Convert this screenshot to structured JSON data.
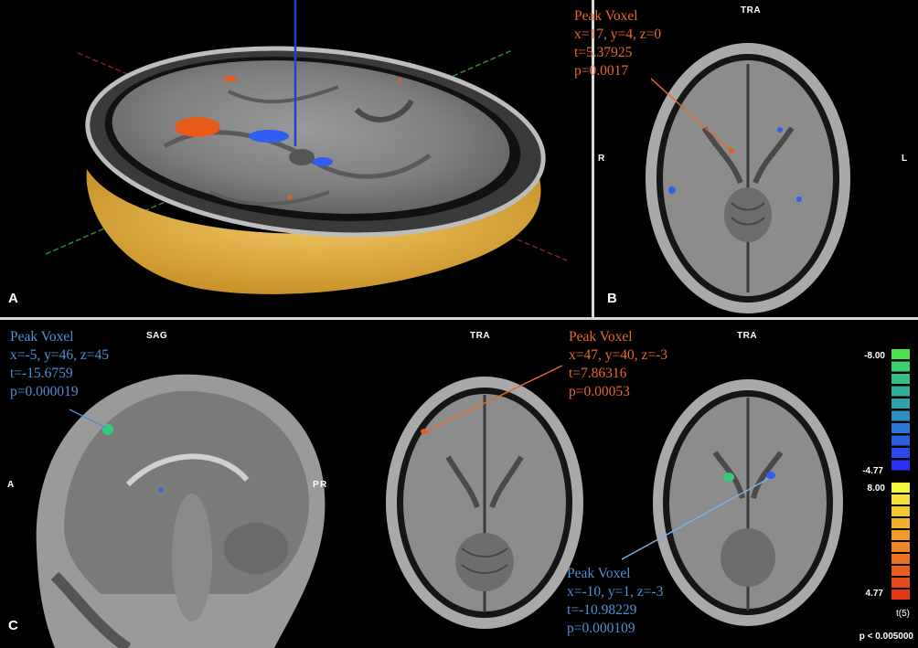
{
  "panels": {
    "a": {
      "letter": "A"
    },
    "b": {
      "letter": "B",
      "orientation": "TRA",
      "left_label": "R",
      "right_label": "L",
      "peak": {
        "title": "Peak Voxel",
        "coords": "x=17, y=4, z=0",
        "t": "t=5.37925",
        "p": "p=0.0017"
      }
    },
    "c": {
      "letter": "C",
      "sag": {
        "orientation": "SAG",
        "left_label": "A",
        "right_label": "P",
        "peak": {
          "title": "Peak Voxel",
          "coords": "x=-5, y=46, z=45",
          "t": "t=-15.6759",
          "p": "p=0.000019"
        }
      },
      "tra1": {
        "orientation": "TRA",
        "left_label": "R",
        "peak": {
          "title": "Peak Voxel",
          "coords": "x=47, y=40, z=-3",
          "t": "t=7.86316",
          "p": "p=0.00053"
        }
      },
      "tra2": {
        "orientation": "TRA",
        "peak": {
          "title": "Peak Voxel",
          "coords": "x=-10, y=1, z=-3",
          "t": "t=-10.98229",
          "p": "p=0.000109"
        }
      }
    }
  },
  "colorbar": {
    "neg_max": "-8.00",
    "neg_min": "-4.77",
    "pos_max": "8.00",
    "pos_min": "4.77",
    "stat": "t(5)",
    "threshold": "p < 0.005000"
  },
  "colors": {
    "positive": "#e8682a",
    "negative": "#4f8fd6",
    "skin": "#e8b64a"
  }
}
